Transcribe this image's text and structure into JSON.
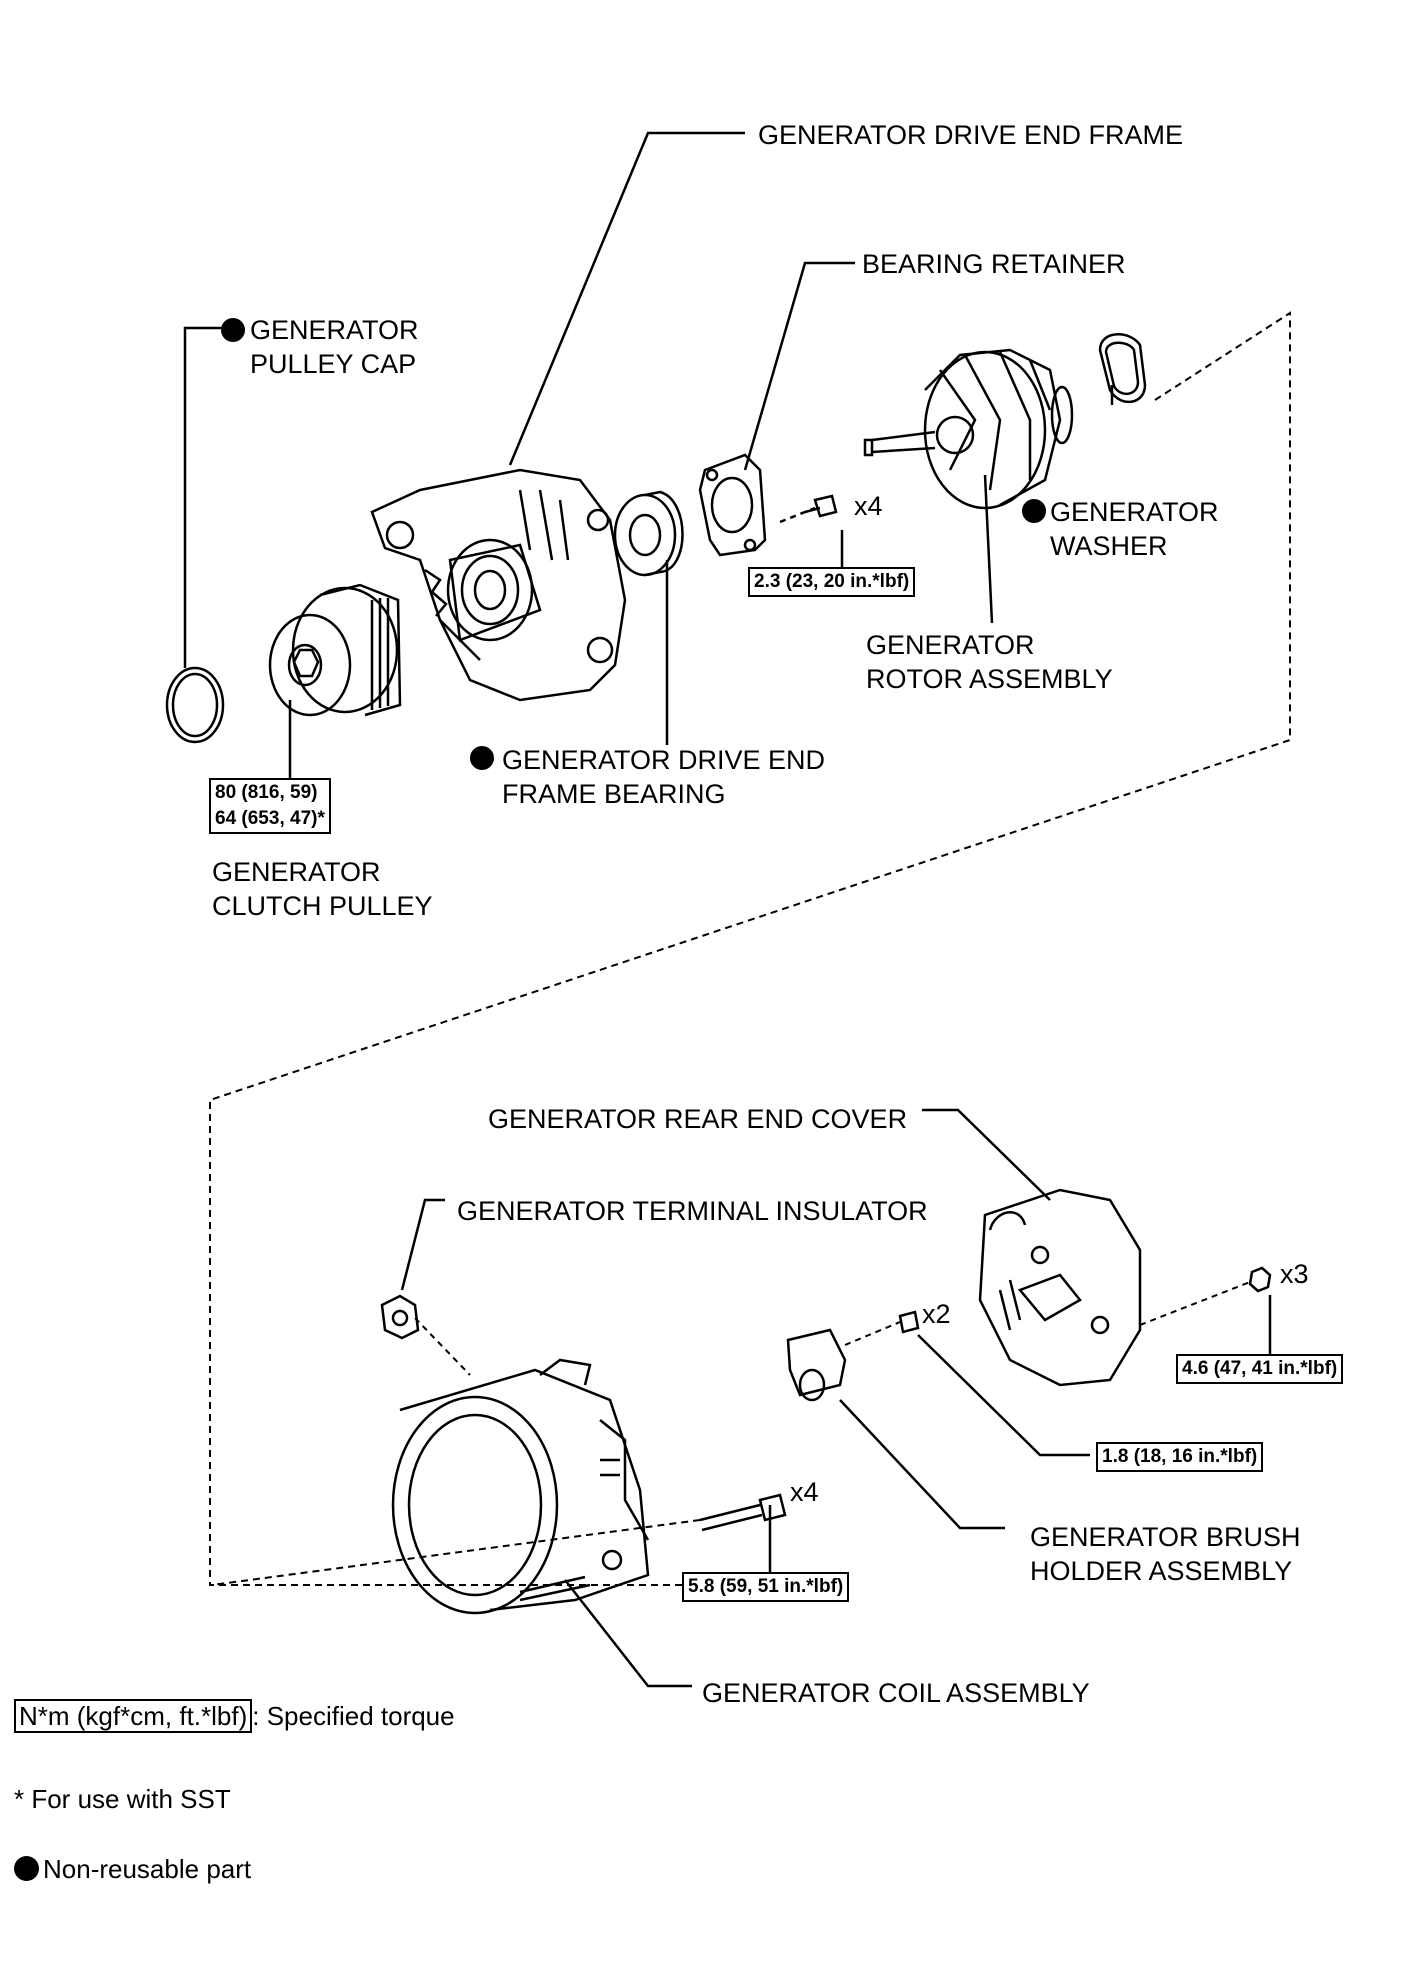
{
  "labels": {
    "drive_end_frame": "GENERATOR DRIVE END FRAME",
    "bearing_retainer": "BEARING RETAINER",
    "pulley_cap": [
      "GENERATOR",
      "PULLEY CAP"
    ],
    "washer": [
      "GENERATOR",
      "WASHER"
    ],
    "rotor_assembly": [
      "GENERATOR",
      "ROTOR ASSEMBLY"
    ],
    "drive_end_frame_bearing": [
      "GENERATOR DRIVE END",
      "FRAME BEARING"
    ],
    "clutch_pulley": [
      "GENERATOR",
      "CLUTCH PULLEY"
    ],
    "rear_end_cover": "GENERATOR REAR END COVER",
    "terminal_insulator": "GENERATOR TERMINAL INSULATOR",
    "brush_holder": [
      "GENERATOR BRUSH",
      "HOLDER ASSEMBLY"
    ],
    "coil_assembly": "GENERATOR COIL ASSEMBLY"
  },
  "torques": {
    "pulley": [
      "80 (816, 59)",
      "64 (653, 47)*"
    ],
    "retainer": "2.3 (23, 20 in.*lbf)",
    "rear_cover_nut": "4.6 (47, 41 in.*lbf)",
    "brush_screw": "1.8 (18, 16 in.*lbf)",
    "through_bolt": "5.8 (59, 51 in.*lbf)"
  },
  "quantities": {
    "retainer_screws": "x4",
    "rear_cover_nuts": "x3",
    "brush_screws": "x2",
    "through_bolts": "x4"
  },
  "legend": {
    "torque_box": "N*m (kgf*cm, ft.*lbf)",
    "torque_text": ": Specified torque",
    "sst_note": "* For use with SST",
    "non_reusable": "Non-reusable part"
  }
}
